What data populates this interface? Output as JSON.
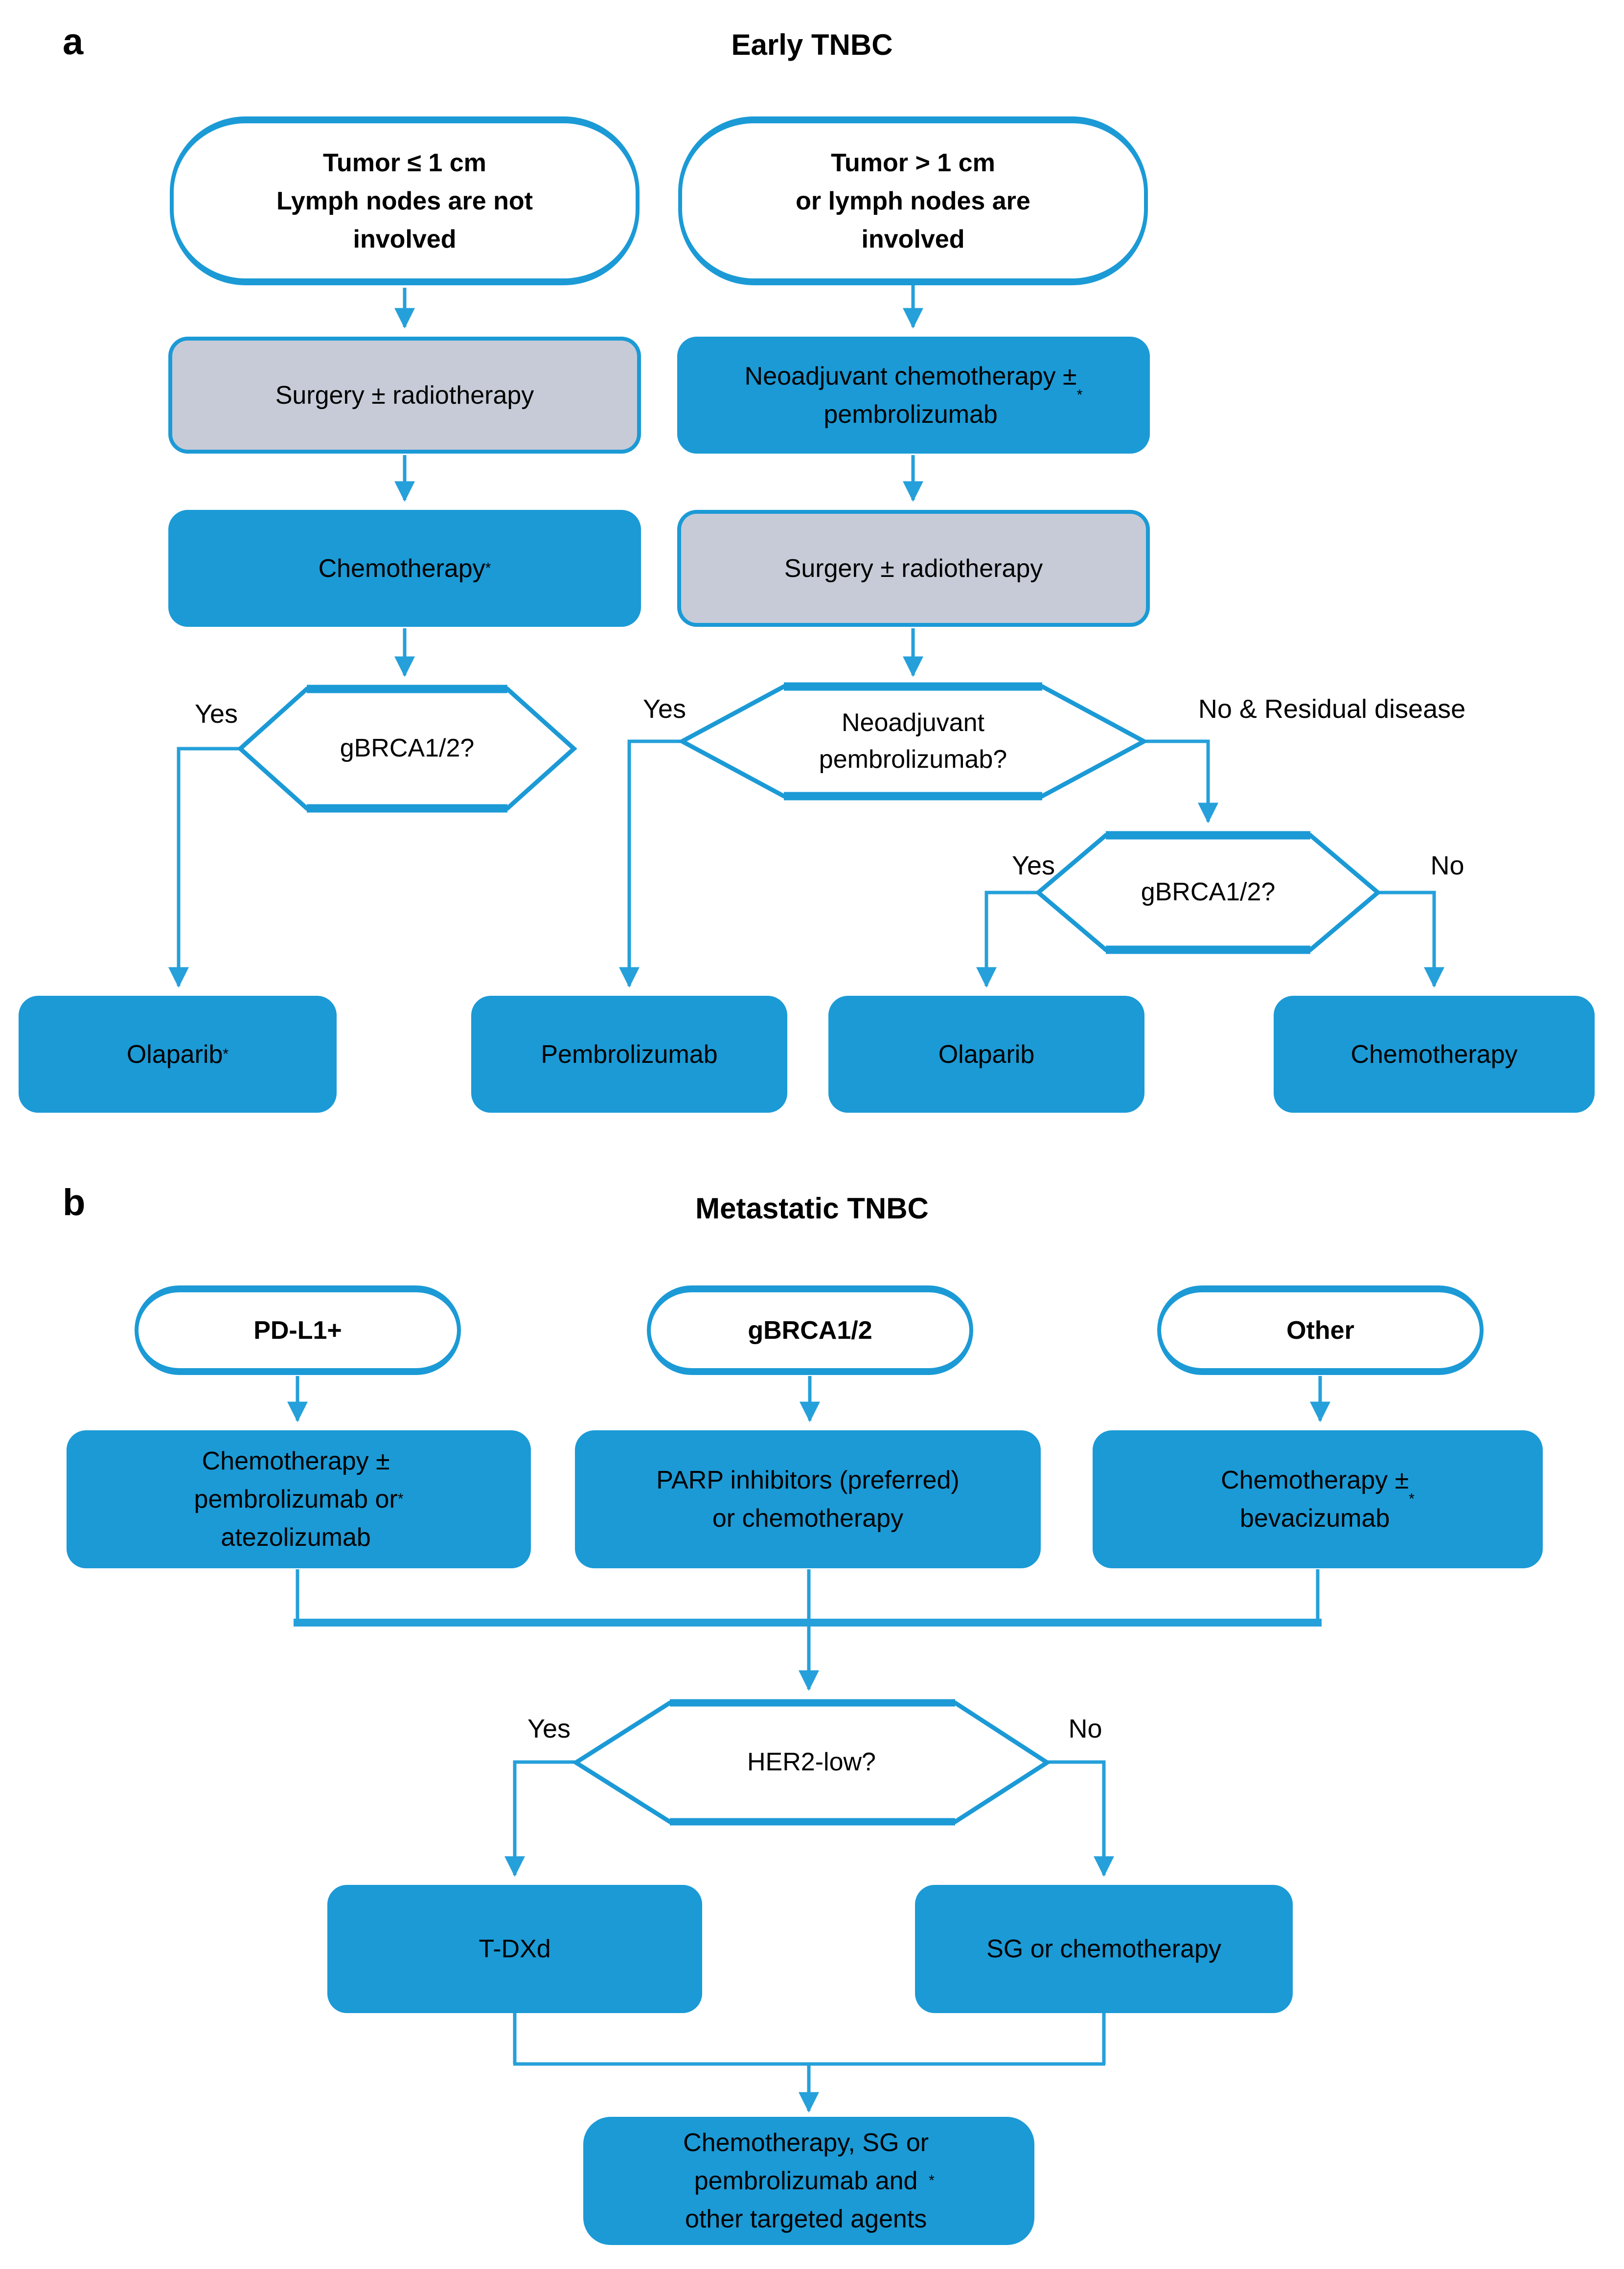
{
  "colors": {
    "accent_blue": "#1B9AD6",
    "connector_blue": "#25A0DA",
    "node_gray": "#C6CBD7",
    "text": "#000000"
  },
  "panel_a": {
    "label": "a",
    "title": "Early TNBC",
    "oval_tumor_small": "Tumor ≤ 1 cm\nLymph nodes are not\ninvolved",
    "oval_tumor_large": "Tumor > 1 cm\nor lymph nodes are\ninvolved",
    "surgery_radiotherapy_left": "Surgery ± radiotherapy",
    "neoadjuvant_chemo": "Neoadjuvant chemotherapy ±\npembrolizumab*",
    "chemotherapy_left": "Chemotherapy*",
    "surgery_radiotherapy_right": "Surgery ± radiotherapy",
    "hex_gbrca_left": "gBRCA1/2?",
    "hex_neoadjuvant_pembro": "Neoadjuvant\npembrolizumab?",
    "hex_gbrca_right": "gBRCA1/2?",
    "label_yes_1": "Yes",
    "label_yes_2": "Yes",
    "label_no_residual": "No & Residual disease",
    "label_yes_3": "Yes",
    "label_no_3": "No",
    "outcome_olaparib_star": "Olaparib*",
    "outcome_pembrolizumab": "Pembrolizumab",
    "outcome_olaparib": "Olaparib",
    "outcome_chemotherapy": "Chemotherapy"
  },
  "panel_b": {
    "label": "b",
    "title": "Metastatic TNBC",
    "oval_pdl1": "PD-L1+",
    "oval_gbrca": "gBRCA1/2",
    "oval_other": "Other",
    "box_chemo_pembro_atezo": "Chemotherapy ±\npembrolizumab or\natezolizumab*",
    "box_parp": "PARP inhibitors (preferred)\nor chemotherapy",
    "box_chemo_beva": "Chemotherapy ±\nbevacizumab*",
    "hex_her2_low": "HER2-low?",
    "label_yes": "Yes",
    "label_no": "No",
    "box_tdxd": "T-DXd",
    "box_sg": "SG or chemotherapy",
    "box_final": "Chemotherapy, SG or\npembrolizumab and\nother targeted agents*"
  }
}
